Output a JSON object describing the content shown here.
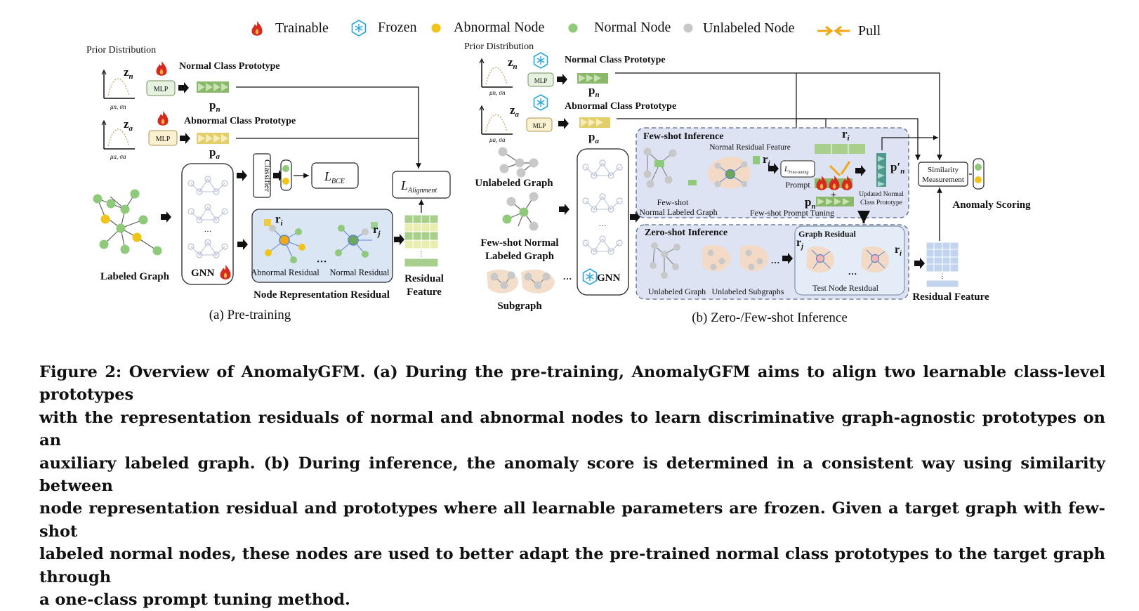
{
  "legend": {
    "trainable": "Trainable",
    "frozen": "Frozen",
    "abnormal_node": "Abnormal Node",
    "normal_node": "Normal Node",
    "unlabeled_node": "Unlabeled Node",
    "pull": "Pull"
  },
  "pretraining": {
    "prior_distribution": "Prior Distribution",
    "z_n": "z",
    "z_n_sub": "n",
    "z_a": "z",
    "z_a_sub": "a",
    "mu_sigma_n": "μn, σn",
    "mu_sigma_a": "μa, σa",
    "mlp": "MLP",
    "normal_prototype": "Normal Class Prototype",
    "abnormal_prototype": "Abnormal Class Prototype",
    "p_n": "p",
    "p_n_sub": "n",
    "p_a": "p",
    "p_a_sub": "a",
    "classifier": "Classifier",
    "l_bce": "L",
    "l_bce_sub": "BCE",
    "l_alignment": "L",
    "l_alignment_sub": "Alignment",
    "labeled_graph": "Labeled Graph",
    "gnn": "GNN",
    "ellipsis": "···",
    "r_i": "r",
    "r_i_sub": "i",
    "r_j": "r",
    "r_j_sub": "j",
    "abnormal_residual": "Abnormal Residual",
    "normal_residual": "Normal Residual",
    "node_representation_residual": "Node Representation Residual",
    "residual_feature_1": "Residual",
    "residual_feature_2": "Feature",
    "panel_label": "(a) Pre-training"
  },
  "inference": {
    "prior_distribution": "Prior Distribution",
    "normal_prototype": "Normal Class  Prototype",
    "abnormal_prototype": "Abnormal Class Prototype",
    "mlp": "MLP",
    "unlabeled_graph": "Unlabeled Graph",
    "few_shot_normal_1": "Few-shot Normal",
    "few_shot_normal_2": "Labeled Graph",
    "subgraph": "Subgraph",
    "gnn": "GNN",
    "few_shot_inference": "Few-shot Inference",
    "normal_residual_feature": "Normal Residual Feature",
    "few_shot": "Few-shot",
    "normal_labeled_graph": "Normal Labeled Graph",
    "few_shot_prompt_tuning": "Few-shot Prompt Tuning",
    "l_fine_tuning": "L",
    "l_fine_tuning_sub": "Fine-tuning",
    "prompt": "Prompt",
    "p_prime_n": "p′",
    "p_prime_n_sub": "n",
    "updated_normal_1": "Updated Normal",
    "updated_normal_2": "Class Prototype",
    "zero_shot_inference": "Zero-shot Inference",
    "unlabeled_graph_small": "Unlabeled Graph",
    "unlabeled_subgraphs": "Unlabeled Subgraphs",
    "graph_residual": "Graph Residual",
    "test_node_residual": "Test Node Residual",
    "similarity_1": "Similarity",
    "similarity_2": "Measurement",
    "anomaly_scoring": "Anomaly Scoring",
    "residual_feature": "Residual Feature",
    "panel_label": "(b) Zero-/Few-shot Inference"
  },
  "caption": {
    "lines": [
      "Figure 2: Overview of AnomalyGFM. (a) During the pre-training, AnomalyGFM aims to align two learnable class-level prototypes",
      "with the representation residuals of normal and abnormal nodes to learn discriminative graph-agnostic prototypes on an",
      "auxiliary labeled graph. (b) During inference, the anomaly score is determined in a consistent way using similarity between",
      "node representation residual and prototypes where all learnable parameters are frozen. Given a target graph with few-shot",
      "labeled normal nodes, these nodes are used to better adapt the pre-trained normal class prototypes to the target graph through",
      "a one-class prompt tuning method."
    ]
  },
  "colors": {
    "flame": "#d42b1e",
    "frozen": "#2aa6d6",
    "abnormal": "#f0c419",
    "normal": "#8fc97a",
    "unlabeled": "#c8c8c8",
    "prototype_normal": "#8ab86b",
    "prototype_abnormal": "#e2cf6a",
    "panel_blue": "#dde3f3",
    "residual_bg": "#dbe6f5"
  }
}
